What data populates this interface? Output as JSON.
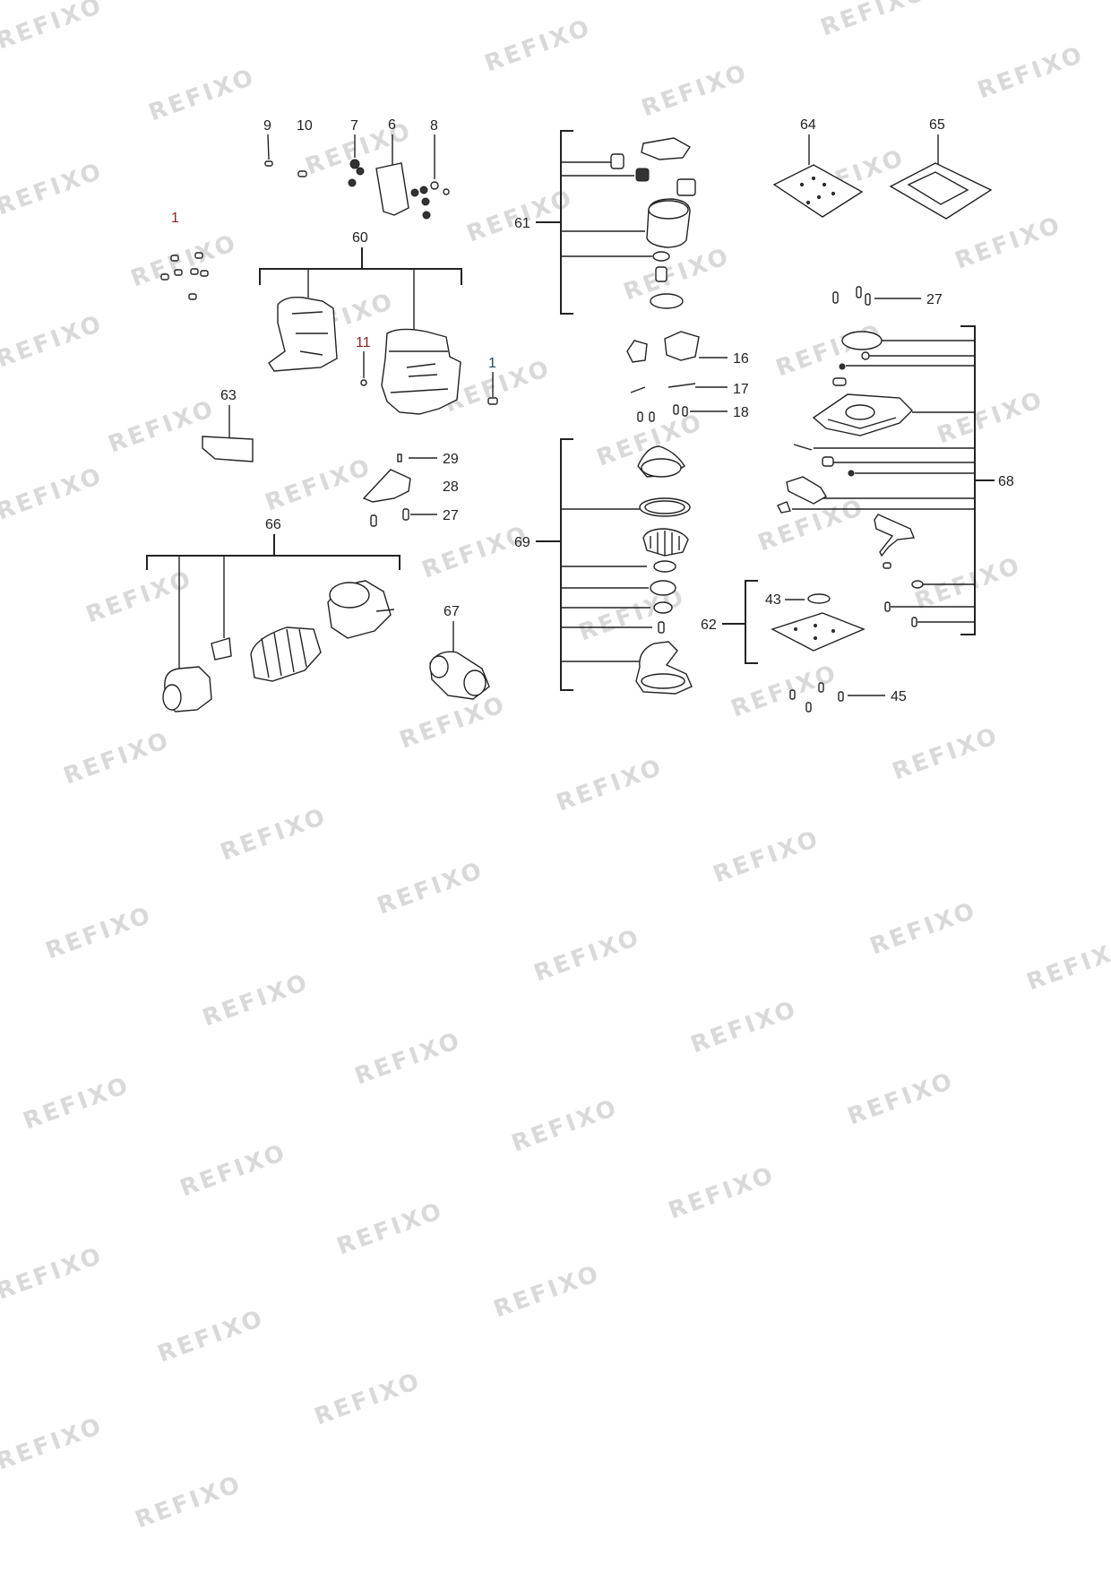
{
  "watermark": "REFIXO",
  "callouts": {
    "c9": "9",
    "c10": "10",
    "c7": "7",
    "c6": "6",
    "c8": "8",
    "c1a": "1",
    "c60": "60",
    "c11": "11",
    "c1b": "1",
    "c63": "63",
    "c29": "29",
    "c28": "28",
    "c27a": "27",
    "c66": "66",
    "c67": "67",
    "c61": "61",
    "c16": "16",
    "c17": "17",
    "c18": "18",
    "c69": "69",
    "c64": "64",
    "c65": "65",
    "c27b": "27",
    "c68": "68",
    "c43": "43",
    "c62": "62",
    "c45": "45"
  },
  "colors": {
    "line": "#222222",
    "watermark": "#d9d9d9",
    "label_red": "#8a1f1f",
    "label_teal": "#1b4a66"
  }
}
